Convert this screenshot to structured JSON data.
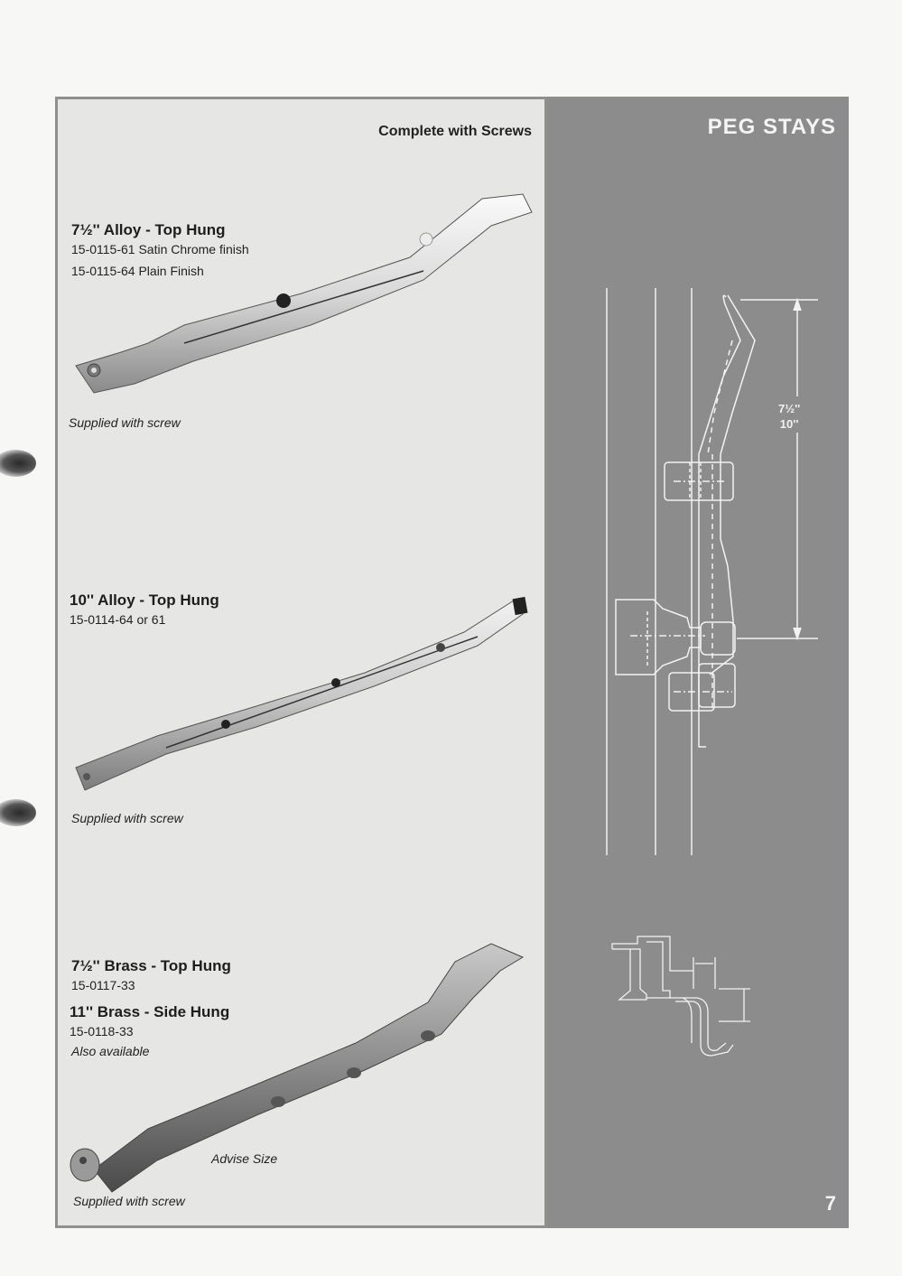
{
  "page": {
    "header_note": "Complete with Screws",
    "title": "PEG STAYS",
    "page_number": "7"
  },
  "products": [
    {
      "title": "7½'' Alloy - Top Hung",
      "codes": [
        "15-0115-61 Satin Chrome finish",
        "15-0115-64 Plain Finish"
      ],
      "note": "Supplied with screw"
    },
    {
      "title": "10'' Alloy - Top Hung",
      "codes": [
        "15-0114-64 or 61"
      ],
      "note": "Supplied with screw"
    },
    {
      "title": "7½'' Brass - Top Hung",
      "codes": [
        "15-0117-33"
      ],
      "note": ""
    },
    {
      "title": "11'' Brass - Side Hung",
      "codes": [
        "15-0118-33"
      ],
      "availability": "Also available",
      "size_note": "Advise Size",
      "note": "Supplied with screw"
    }
  ],
  "diagram": {
    "dimension_labels": [
      "7½''",
      "10''"
    ]
  },
  "colors": {
    "light_panel": "#e6e6e4",
    "dark_panel": "#8c8c8c",
    "frame": "#8f8f8f",
    "diagram_lines": "#f2f2f2"
  }
}
